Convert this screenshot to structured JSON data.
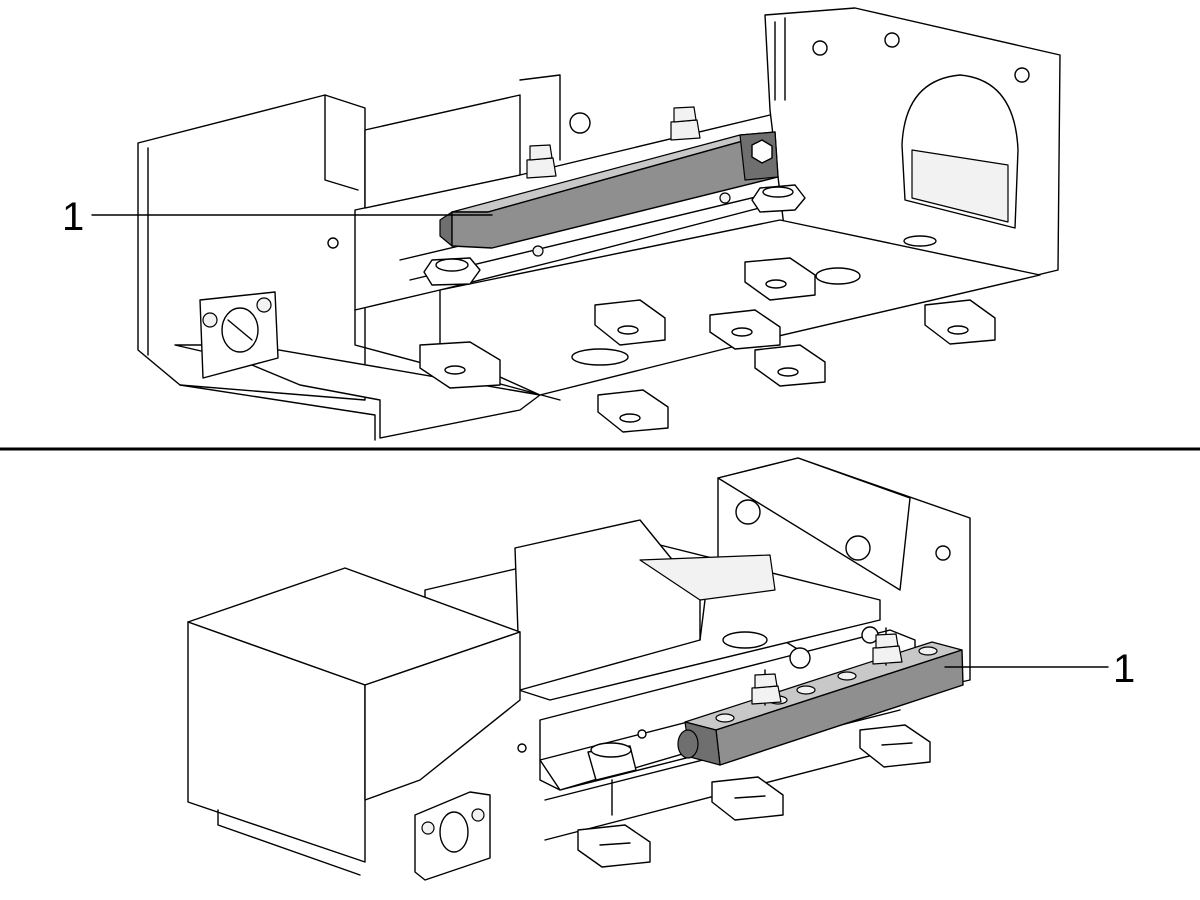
{
  "views": [
    {
      "callout": {
        "number": "1",
        "part": "gray-bar"
      }
    },
    {
      "callout": {
        "number": "1",
        "part": "gray-bar"
      }
    }
  ],
  "colors": {
    "highlight": "#8f8f8f",
    "outline": "#000000",
    "background": "#ffffff"
  }
}
